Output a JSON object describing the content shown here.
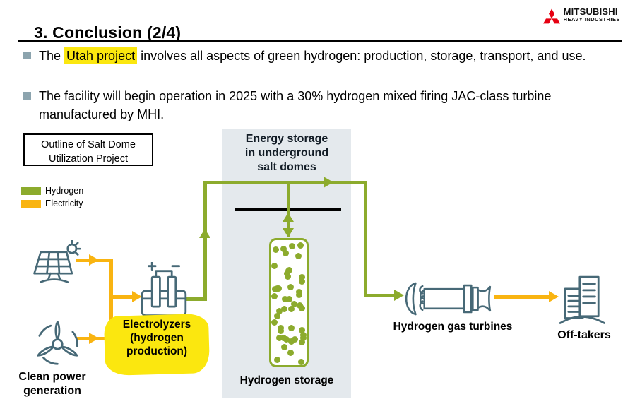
{
  "title": "3. Conclusion (2/4)",
  "logo": {
    "brand": "MITSUBISHI",
    "subbrand": "HEAVY INDUSTRIES"
  },
  "bullets": {
    "b1_pre": "The ",
    "b1_highlight": "Utah project",
    "b1_post": " involves all aspects of green hydrogen: production, storage, transport, and use.",
    "b2": "The facility will begin operation in 2025 with a 30% hydrogen mixed firing JAC-class turbine manufactured by MHI."
  },
  "diagram": {
    "outline_box_line1": "Outline of Salt Dome",
    "outline_box_line2": "Utilization Project",
    "legend": {
      "hydrogen": "Hydrogen",
      "electricity": "Electricity"
    },
    "salt_dome_header_line1": "Energy storage",
    "salt_dome_header_line2": "in underground",
    "salt_dome_header_line3": "salt domes",
    "labels": {
      "clean_power_line1": "Clean power",
      "clean_power_line2": "generation",
      "electrolyzers_line1": "Electrolyzers",
      "electrolyzers_line2": "(hydrogen",
      "electrolyzers_line3": "production)",
      "hydrogen_storage": "Hydrogen storage",
      "gas_turbines": "Hydrogen gas turbines",
      "offtakers": "Off-takers"
    }
  },
  "colors": {
    "hydrogen": "#8cab2d",
    "electricity": "#f9b411",
    "panel": "#e4e9ed",
    "stroke": "#476977",
    "highlight": "#fbe70f",
    "bullet": "#8ca4ae",
    "logo_red": "#e60012",
    "header_text": "#121c26"
  }
}
